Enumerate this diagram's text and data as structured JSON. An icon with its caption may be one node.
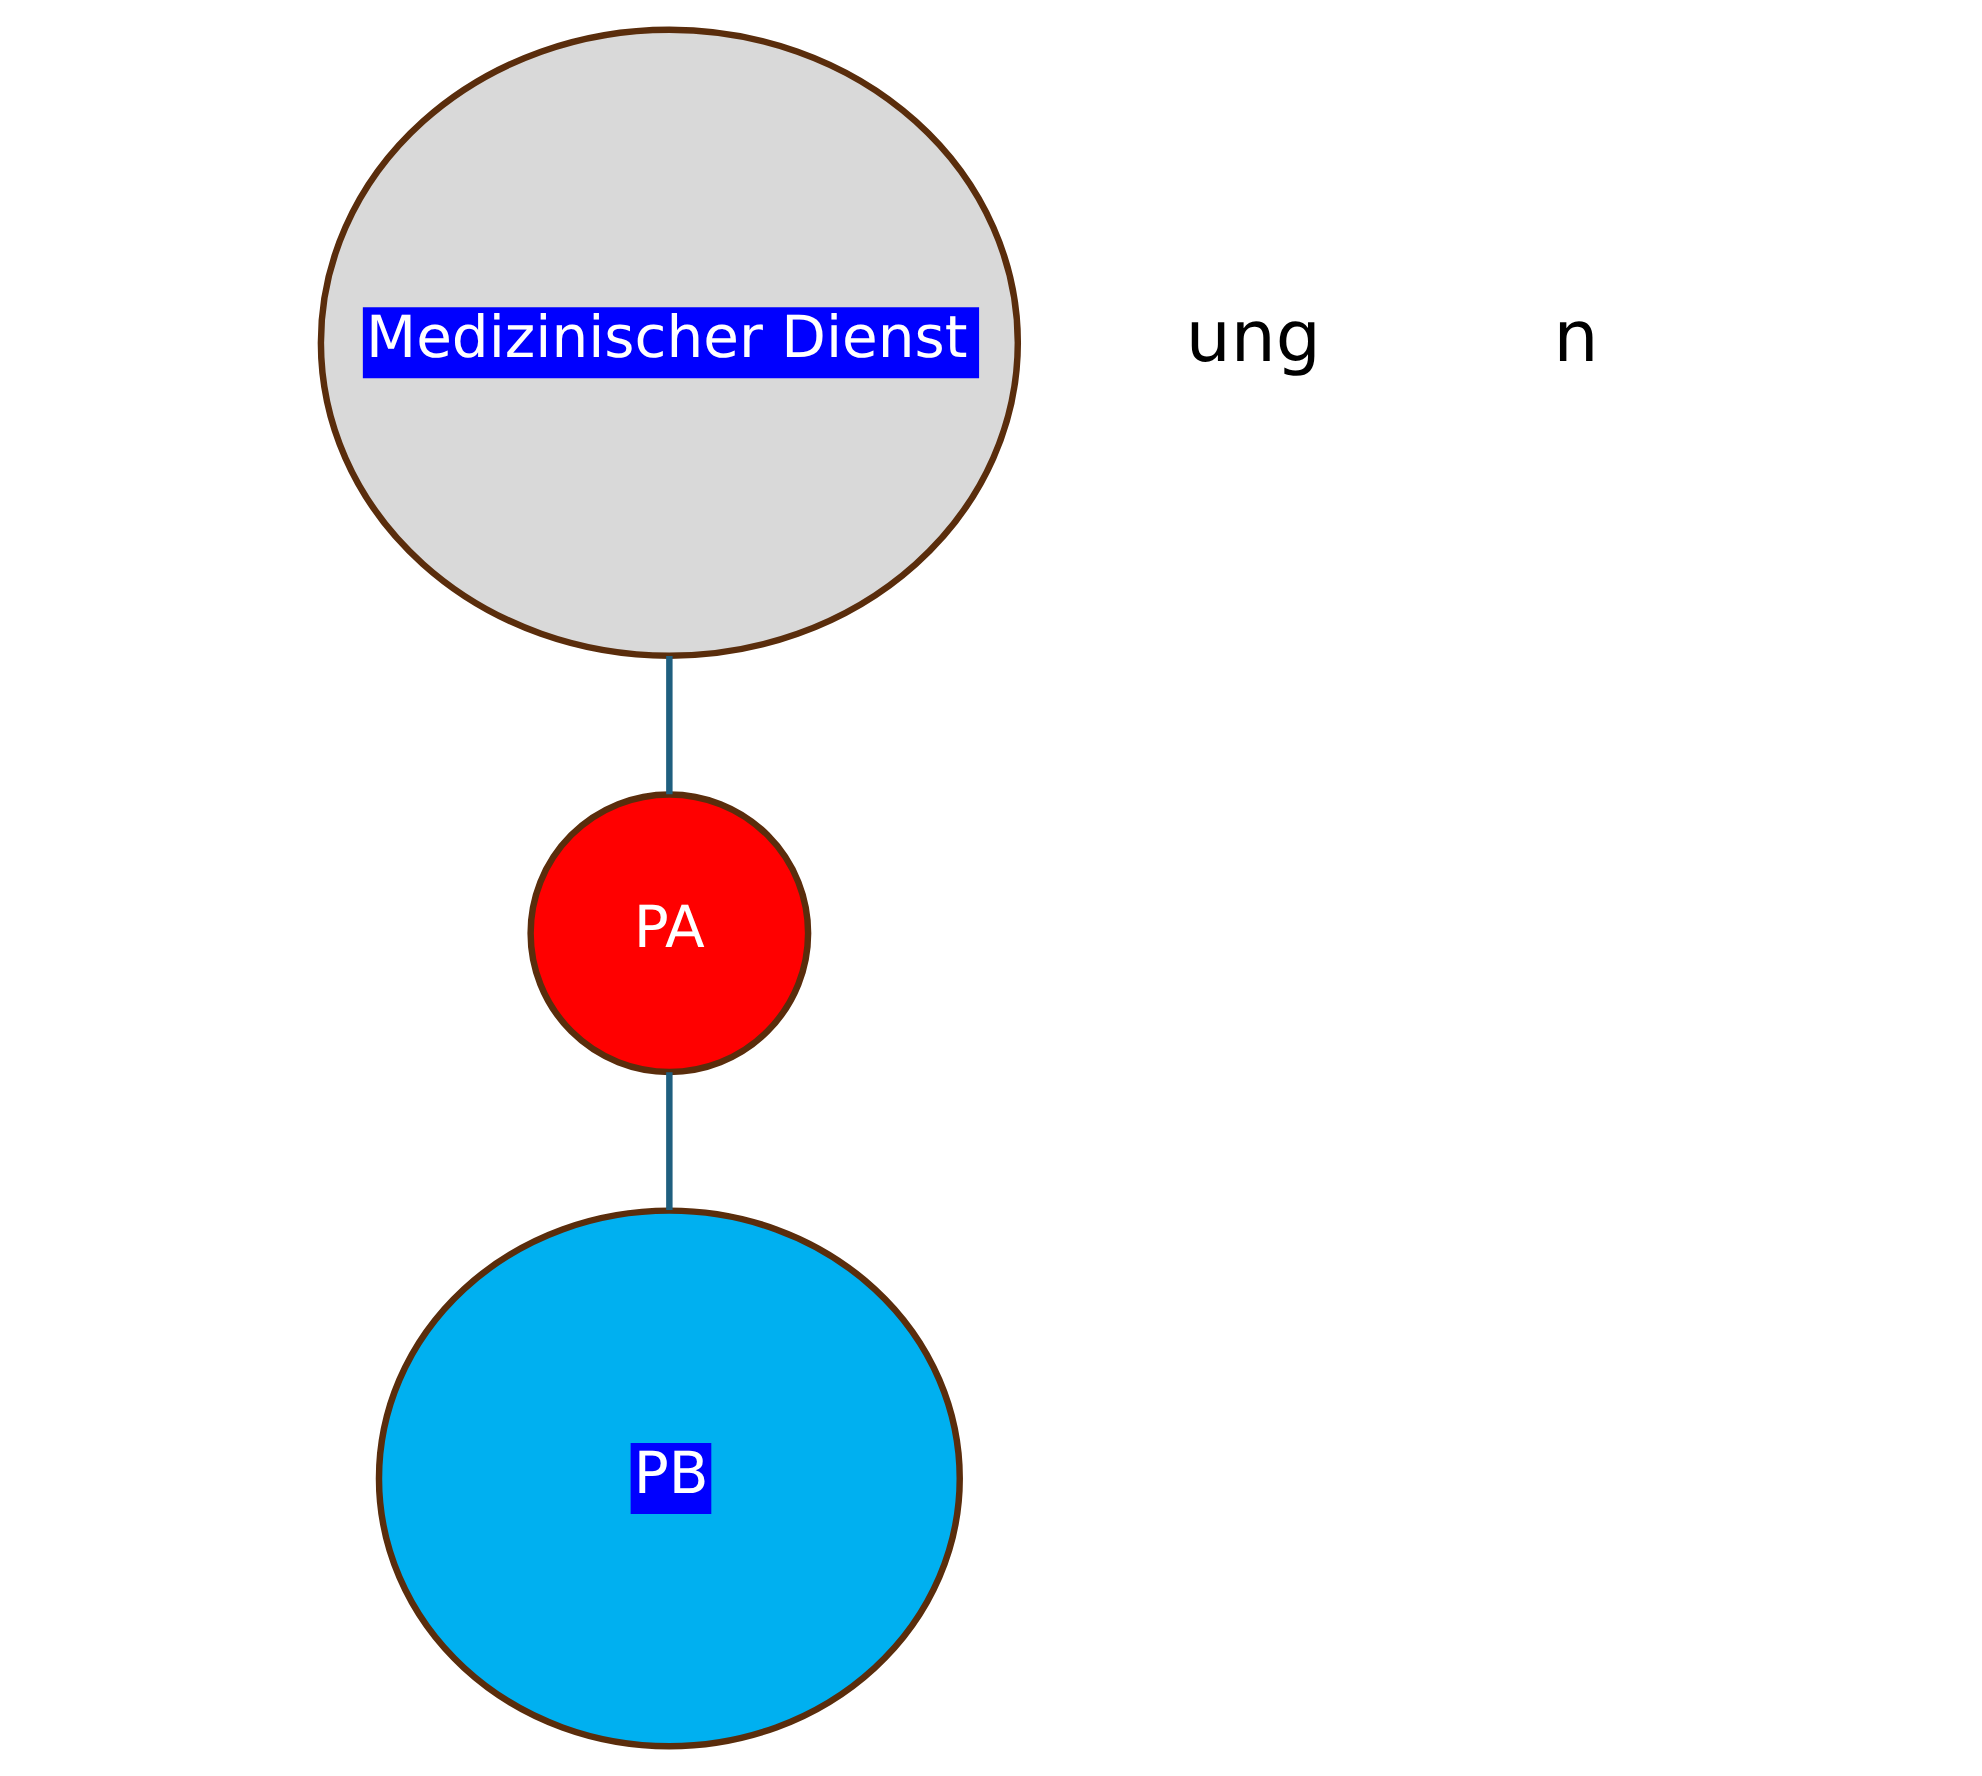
{
  "diagram": {
    "nodes": [
      {
        "text": [
          "Medizinischer Dienst"
        ]
      },
      {
        "text": [
          "PB"
        ]
      },
      {
        "text": [
          "PA"
        ]
      }
    ],
    "edges": [
      {
        "from": 0,
        "to": 2,
        "arrow": "none"
      },
      {
        "from": 2,
        "to": 1,
        "arrow": "none"
      }
    ],
    "labels": [
      "ung",
      "n"
    ]
  }
}
